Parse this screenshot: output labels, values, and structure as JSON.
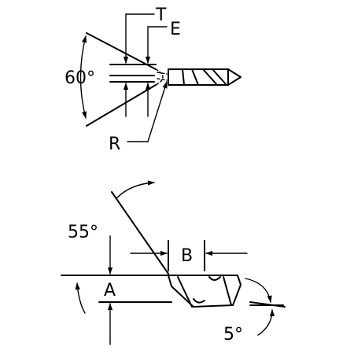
{
  "labels": {
    "t": "T",
    "e": "E",
    "r": "R",
    "angle_top": "60°",
    "angle_left": "55°",
    "a": "A",
    "b": "B",
    "angle_bottom": "5°"
  }
}
